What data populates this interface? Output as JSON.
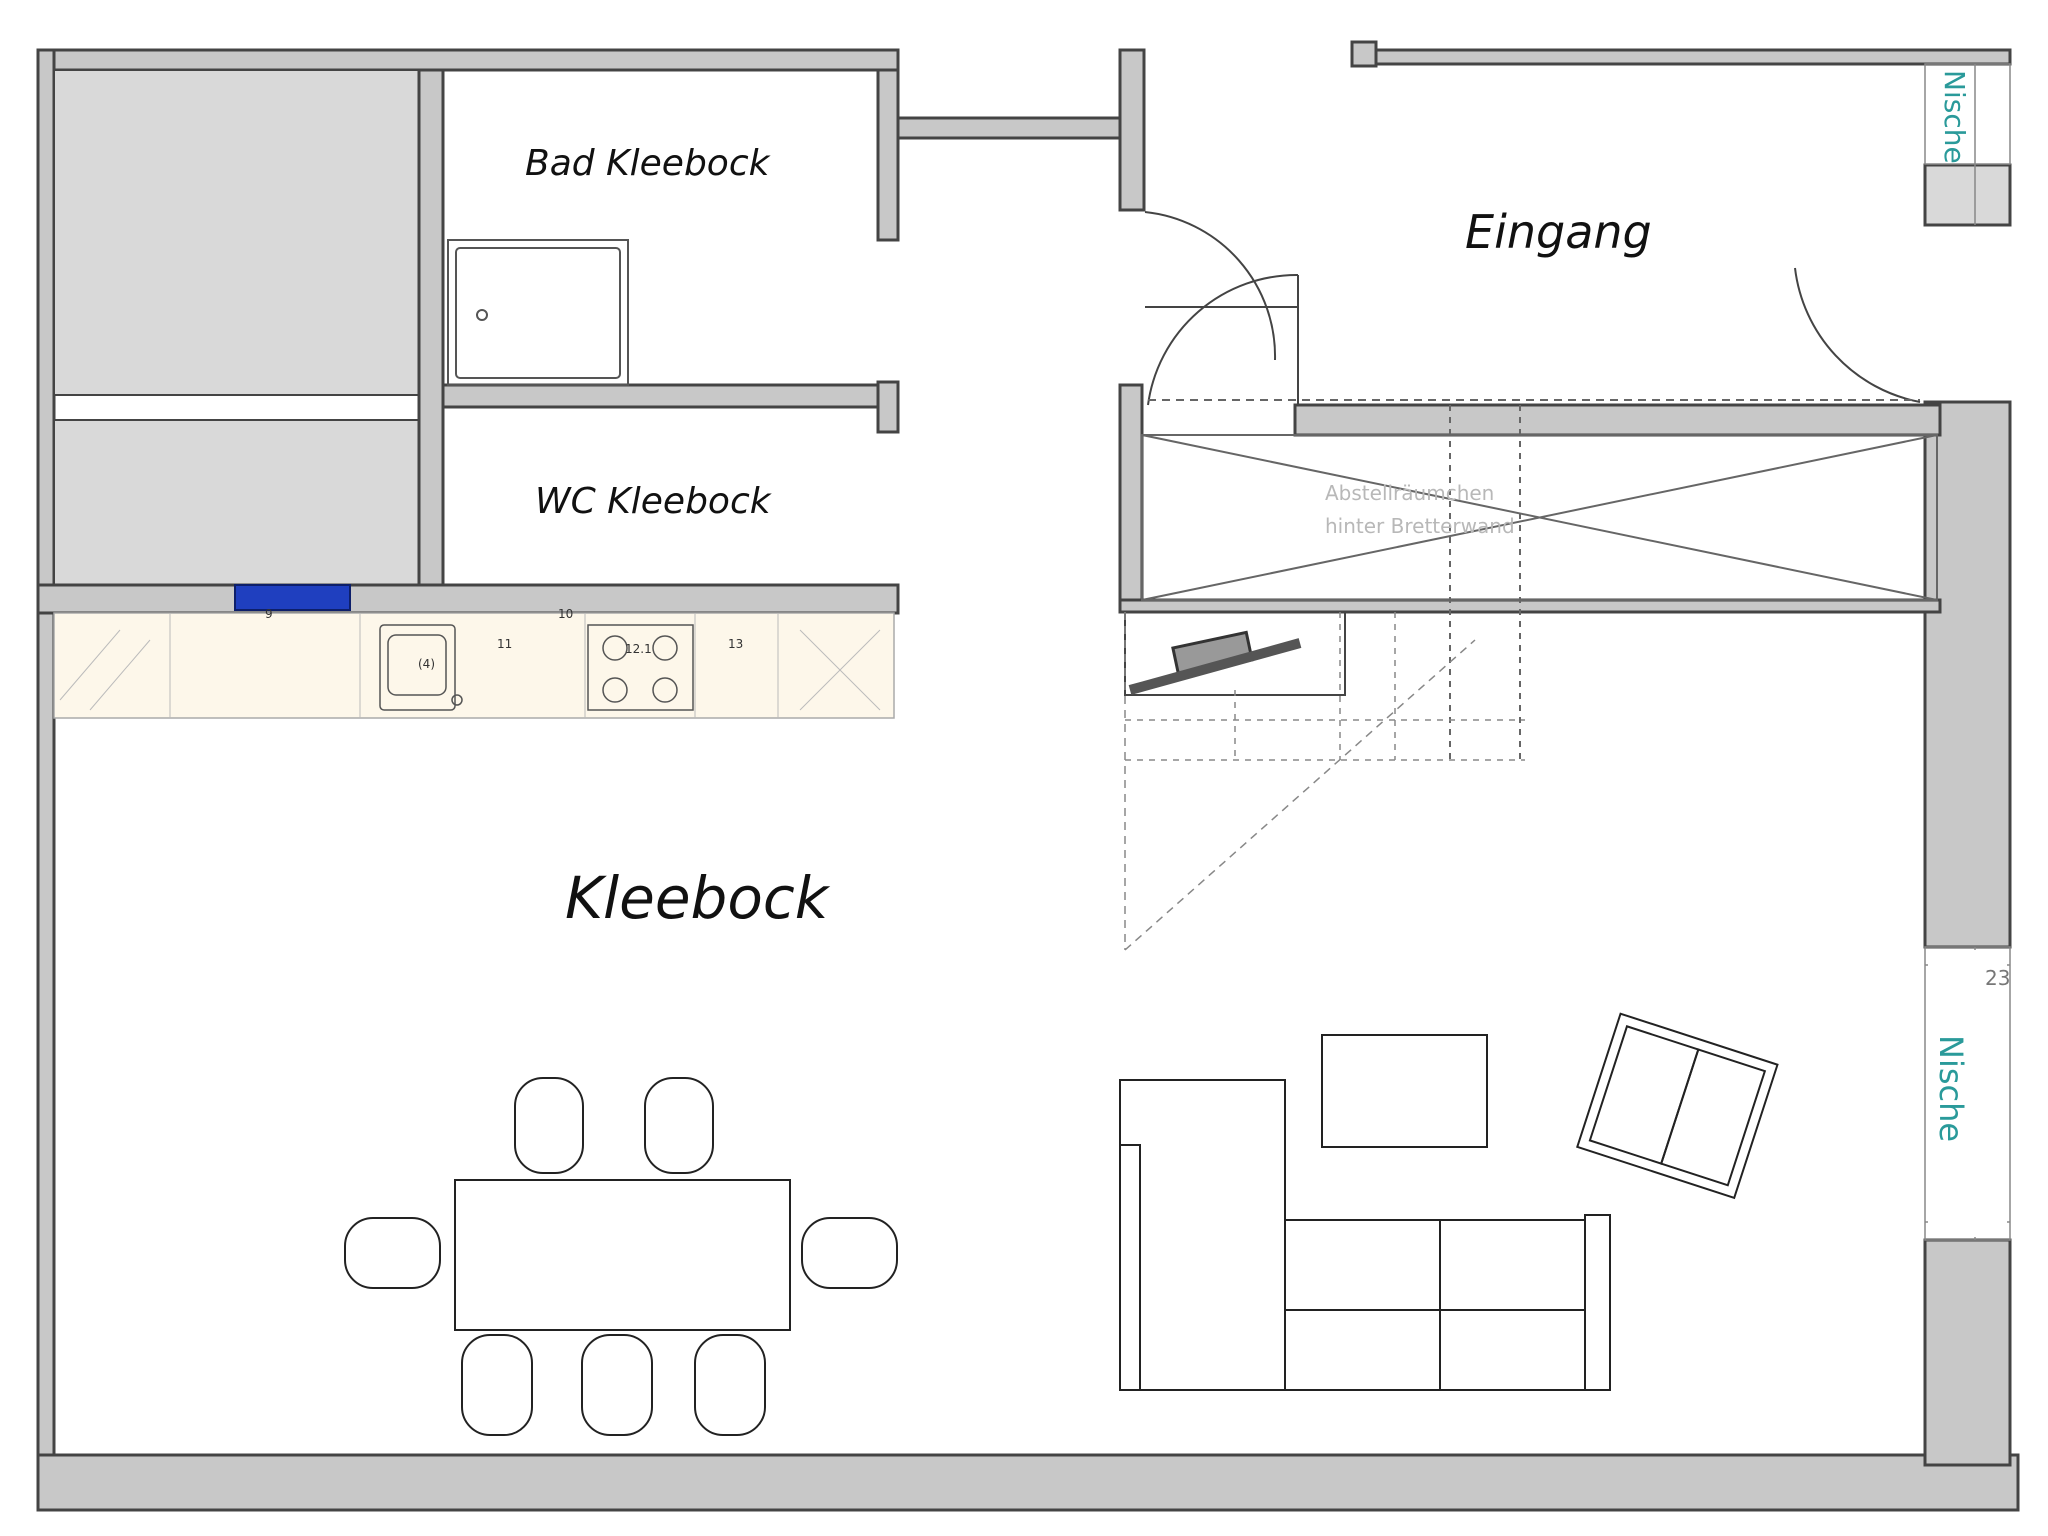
{
  "rooms": {
    "bad": "Bad Kleebock",
    "wc": "WC Kleebock",
    "eingang": "Eingang",
    "main": "Kleebock"
  },
  "niches": {
    "top_right": "Nische",
    "right": "Nische"
  },
  "storage": {
    "line1": "Abstellräumchen",
    "line2": "hinter Bretterwand"
  },
  "kitchen_numbers": {
    "a": "9",
    "b": "11",
    "c": "(4)",
    "d": "10",
    "e": "12.1",
    "f": "13"
  },
  "dimension": "23",
  "colors": {
    "wall": "#c8c8c8",
    "wall_edge": "#444444",
    "fill_block": "#d9d9d9",
    "niche_text": "#2a9a9a",
    "accent_blue": "#1f3fbf"
  }
}
